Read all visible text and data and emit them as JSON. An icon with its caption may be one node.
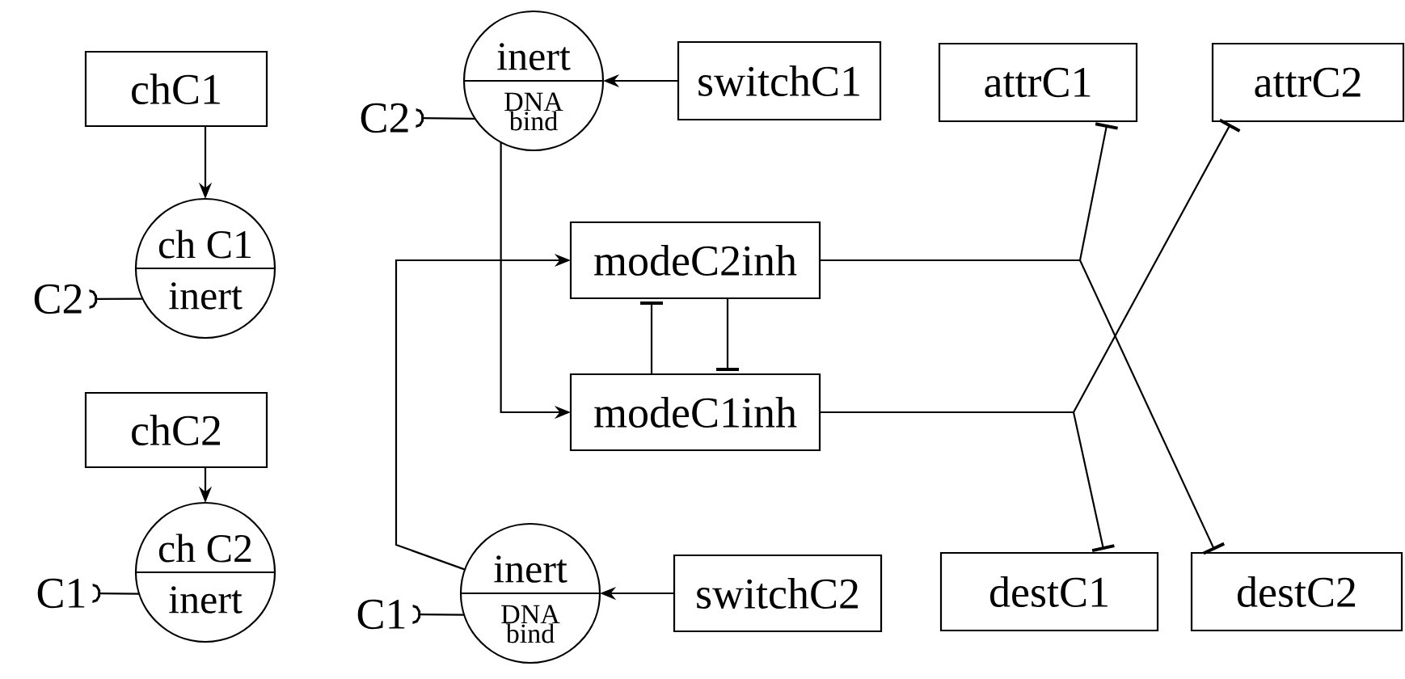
{
  "diagram": {
    "nodes": [
      {
        "text": [
          "chC1"
        ]
      },
      {
        "text": [
          "ch C1",
          "inert"
        ]
      },
      {
        "text": [
          "chC2"
        ]
      },
      {
        "text": [
          "ch C2",
          "inert"
        ]
      },
      {
        "text": [
          "inert",
          "DNA bind"
        ]
      },
      {
        "text": [
          "switchC1"
        ]
      },
      {
        "text": [
          "modeC2inh"
        ]
      },
      {
        "text": [
          "modeC1inh"
        ]
      },
      {
        "text": [
          "inert",
          "DNA bind"
        ]
      },
      {
        "text": [
          "switchC2"
        ]
      },
      {
        "text": [
          "attrC1"
        ]
      },
      {
        "text": [
          "attrC2"
        ]
      },
      {
        "text": [
          "destC1"
        ]
      },
      {
        "text": [
          "destC2"
        ]
      },
      {
        "text": [
          "C2"
        ]
      },
      {
        "text": [
          "C1"
        ]
      },
      {
        "text": [
          "C2"
        ]
      },
      {
        "text": [
          "C1"
        ]
      }
    ],
    "edges": [
      {
        "from": 0,
        "to": 1,
        "arrow": "to"
      },
      {
        "from": 2,
        "to": 3,
        "arrow": "to"
      },
      {
        "from": 5,
        "to": 4,
        "arrow": "to"
      },
      {
        "from": 9,
        "to": 8,
        "arrow": "to"
      },
      {
        "from": 4,
        "to": 7,
        "arrow": "to"
      },
      {
        "from": 8,
        "to": 6,
        "arrow": "to"
      },
      {
        "from": 7,
        "to": 6,
        "arrow": "other"
      },
      {
        "from": 6,
        "to": 7,
        "arrow": "other"
      },
      {
        "from": 6,
        "to": 10,
        "arrow": "other"
      },
      {
        "from": 6,
        "to": 13,
        "arrow": "other"
      },
      {
        "from": 7,
        "to": 11,
        "arrow": "other"
      },
      {
        "from": 7,
        "to": 12,
        "arrow": "other"
      },
      {
        "from": 1,
        "to": 14,
        "arrow": "other"
      },
      {
        "from": 3,
        "to": 15,
        "arrow": "other"
      },
      {
        "from": 4,
        "to": 16,
        "arrow": "other"
      },
      {
        "from": 8,
        "to": 17,
        "arrow": "other"
      }
    ]
  }
}
